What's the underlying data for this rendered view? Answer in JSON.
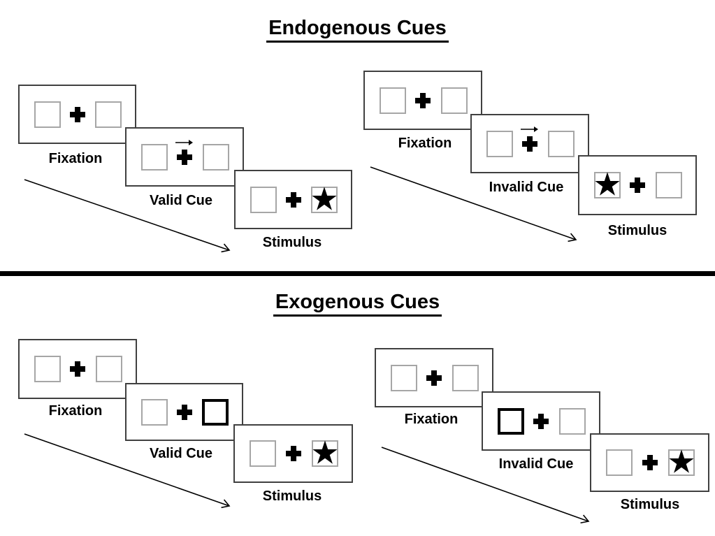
{
  "diagram": {
    "sections": {
      "endogenous": {
        "title": "Endogenous Cues"
      },
      "exogenous": {
        "title": "Exogenous Cues"
      }
    },
    "groups": [
      {
        "id": "endogenous-valid",
        "section": "endogenous",
        "cue_style": "central-arrow",
        "cue_direction": "right",
        "target_side": "right",
        "labels": {
          "fixation": "Fixation",
          "cue": "Valid Cue",
          "stimulus": "Stimulus"
        }
      },
      {
        "id": "endogenous-invalid",
        "section": "endogenous",
        "cue_style": "central-arrow",
        "cue_direction": "right",
        "target_side": "left",
        "labels": {
          "fixation": "Fixation",
          "cue": "Invalid Cue",
          "stimulus": "Stimulus"
        }
      },
      {
        "id": "exogenous-valid",
        "section": "exogenous",
        "cue_style": "peripheral-box-highlight",
        "cue_side": "right",
        "target_side": "right",
        "labels": {
          "fixation": "Fixation",
          "cue": "Valid Cue",
          "stimulus": "Stimulus"
        }
      },
      {
        "id": "exogenous-invalid",
        "section": "exogenous",
        "cue_style": "peripheral-box-highlight",
        "cue_side": "left",
        "target_side": "right",
        "labels": {
          "fixation": "Fixation",
          "cue": "Invalid Cue",
          "stimulus": "Stimulus"
        }
      }
    ],
    "glyphs": {
      "star": "★"
    },
    "colors": {
      "ink": "#000000",
      "panel_border": "#404040",
      "placeholder_border": "#a6a6a6",
      "background": "#ffffff"
    }
  }
}
